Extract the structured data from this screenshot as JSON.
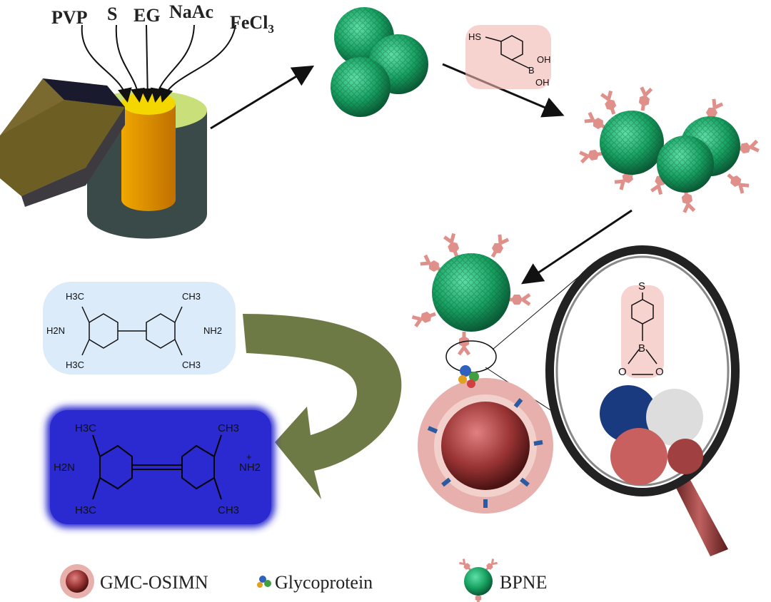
{
  "reagents": [
    "PVP",
    "S",
    "EG",
    "NaAc",
    "FeCl",
    "3"
  ],
  "boronic_acid": {
    "thiol": "HS",
    "boron": "B",
    "oh1": "OH",
    "oh2": "OH"
  },
  "magnifier": {
    "sulfur": "S",
    "boron": "B",
    "o1": "O",
    "o2": "O"
  },
  "tmb_reduced": {
    "tl": "H3C",
    "tr": "CH3",
    "left": "H2N",
    "right": "NH2",
    "bl": "H3C",
    "br": "CH3"
  },
  "tmb_oxidized": {
    "tl": "H3C",
    "tr": "CH3",
    "left": "H2N",
    "right": "NH2",
    "bl": "H3C",
    "br": "CH3",
    "charge": "+"
  },
  "legend": [
    {
      "label": "GMC-OSIMN",
      "icon": "gmc-osimn-icon"
    },
    {
      "label": "Glycoprotein",
      "icon": "glycoprotein-icon"
    },
    {
      "label": "BPNE",
      "icon": "bpne-icon"
    }
  ],
  "colors": {
    "bpne": "#1fa36a",
    "ligand": "#e0908a",
    "core": "#8b3030",
    "shell": "#e7b0ac",
    "tmb_ox": "#2a2ad0",
    "arrow_curve": "#6e7a46"
  }
}
